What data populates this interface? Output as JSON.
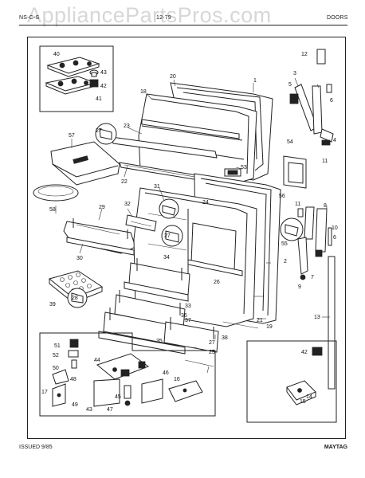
{
  "header": {
    "left_code": "NS-C-S",
    "mid_code": "12-79",
    "title": "DOORS"
  },
  "watermark": "AppliancePartsPros.com",
  "footer": {
    "issued": "ISSUED 9/85",
    "brand": "MAYTAG"
  },
  "callouts": [
    "1",
    "2",
    "3",
    "4",
    "5",
    "6",
    "7",
    "8",
    "9",
    "10",
    "11",
    "12",
    "13",
    "14",
    "15",
    "16",
    "17",
    "18",
    "19",
    "20",
    "21",
    "22",
    "23",
    "24",
    "25",
    "26",
    "27",
    "28",
    "29",
    "30",
    "31",
    "32",
    "33",
    "34",
    "35",
    "36",
    "37",
    "38",
    "39",
    "40",
    "41",
    "42",
    "43",
    "44",
    "45",
    "46",
    "47",
    "48",
    "49",
    "50",
    "51",
    "52",
    "53",
    "54",
    "55",
    "56",
    "57",
    "58"
  ]
}
